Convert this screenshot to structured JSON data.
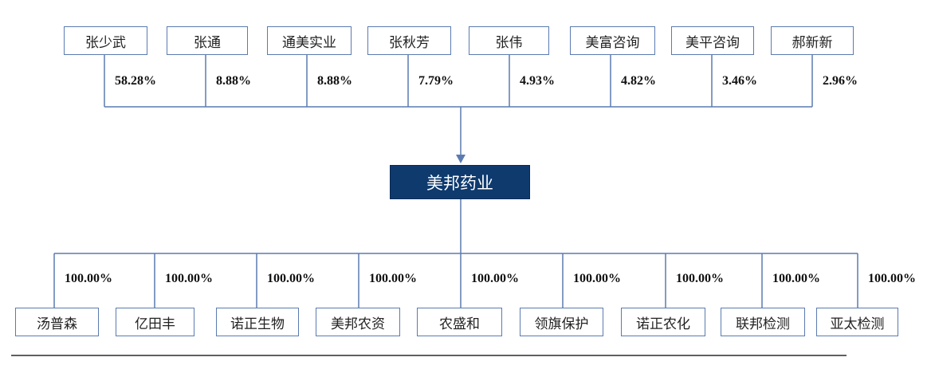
{
  "shareholders": [
    {
      "name": "张少武",
      "pct": "58.28%"
    },
    {
      "name": "张通",
      "pct": "8.88%"
    },
    {
      "name": "通美实业",
      "pct": "8.88%"
    },
    {
      "name": "张秋芳",
      "pct": "7.79%"
    },
    {
      "name": "张伟",
      "pct": "4.93%"
    },
    {
      "name": "美富咨询",
      "pct": "4.82%"
    },
    {
      "name": "美平咨询",
      "pct": "3.46%"
    },
    {
      "name": "郝新新",
      "pct": "2.96%"
    }
  ],
  "company": "美邦药业",
  "subsidiaries": [
    {
      "name": "汤普森",
      "pct": "100.00%"
    },
    {
      "name": "亿田丰",
      "pct": "100.00%"
    },
    {
      "name": "诺正生物",
      "pct": "100.00%"
    },
    {
      "name": "美邦农资",
      "pct": "100.00%"
    },
    {
      "name": "农盛和",
      "pct": "100.00%"
    },
    {
      "name": "领旗保护",
      "pct": "100.00%"
    },
    {
      "name": "诺正农化",
      "pct": "100.00%"
    },
    {
      "name": "联邦检测",
      "pct": "100.00%"
    },
    {
      "name": "亚太检测",
      "pct": "100.00%"
    }
  ],
  "colors": {
    "line": "#5b7bb0",
    "center_fill": "#0e3a6e",
    "rule": "#000000"
  }
}
